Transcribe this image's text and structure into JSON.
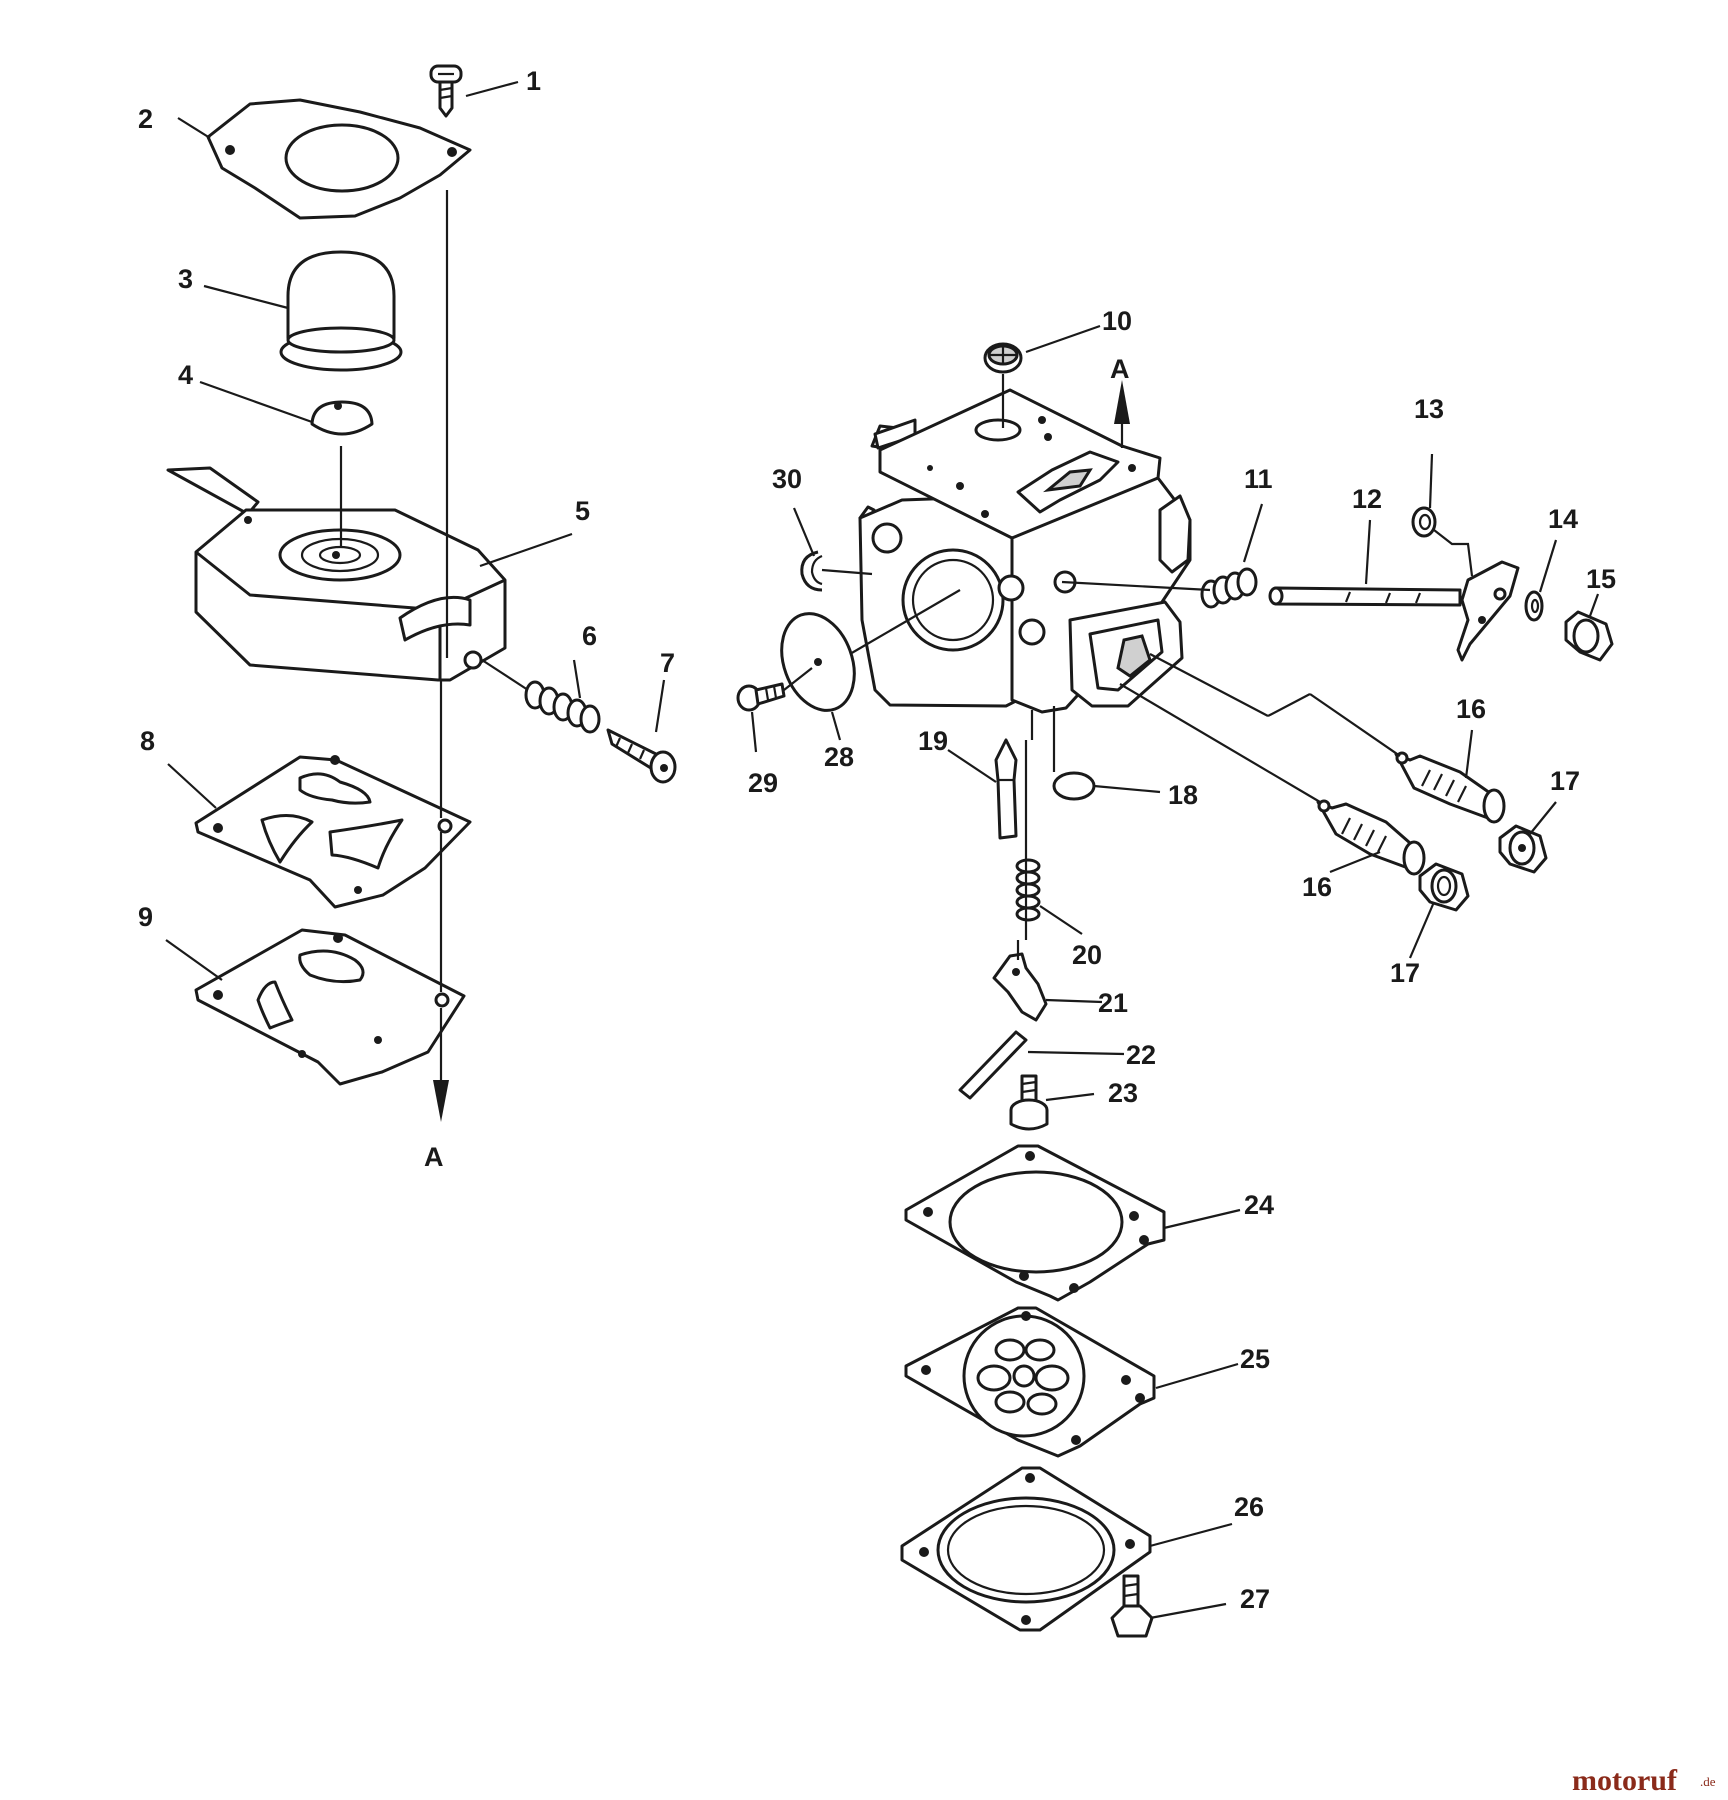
{
  "diagram": {
    "part_labels": [
      {
        "id": "1",
        "text": "1"
      },
      {
        "id": "2",
        "text": "2"
      },
      {
        "id": "3",
        "text": "3"
      },
      {
        "id": "4",
        "text": "4"
      },
      {
        "id": "5",
        "text": "5"
      },
      {
        "id": "6",
        "text": "6"
      },
      {
        "id": "7",
        "text": "7"
      },
      {
        "id": "8",
        "text": "8"
      },
      {
        "id": "9",
        "text": "9"
      },
      {
        "id": "10",
        "text": "10"
      },
      {
        "id": "11",
        "text": "11"
      },
      {
        "id": "12",
        "text": "12"
      },
      {
        "id": "13",
        "text": "13"
      },
      {
        "id": "14",
        "text": "14"
      },
      {
        "id": "15",
        "text": "15"
      },
      {
        "id": "16a",
        "text": "16"
      },
      {
        "id": "16b",
        "text": "16"
      },
      {
        "id": "17a",
        "text": "17"
      },
      {
        "id": "17b",
        "text": "17"
      },
      {
        "id": "18",
        "text": "18"
      },
      {
        "id": "19",
        "text": "19"
      },
      {
        "id": "20",
        "text": "20"
      },
      {
        "id": "21",
        "text": "21"
      },
      {
        "id": "22",
        "text": "22"
      },
      {
        "id": "23",
        "text": "23"
      },
      {
        "id": "24",
        "text": "24"
      },
      {
        "id": "25",
        "text": "25"
      },
      {
        "id": "26",
        "text": "26"
      },
      {
        "id": "27",
        "text": "27"
      },
      {
        "id": "28",
        "text": "28"
      },
      {
        "id": "29",
        "text": "29"
      },
      {
        "id": "30",
        "text": "30"
      }
    ],
    "reference_marks": [
      {
        "id": "A_top",
        "text": "A"
      },
      {
        "id": "A_bottom",
        "text": "A"
      }
    ]
  },
  "watermark": {
    "brand": "motoruf",
    "suffix": ".de"
  }
}
